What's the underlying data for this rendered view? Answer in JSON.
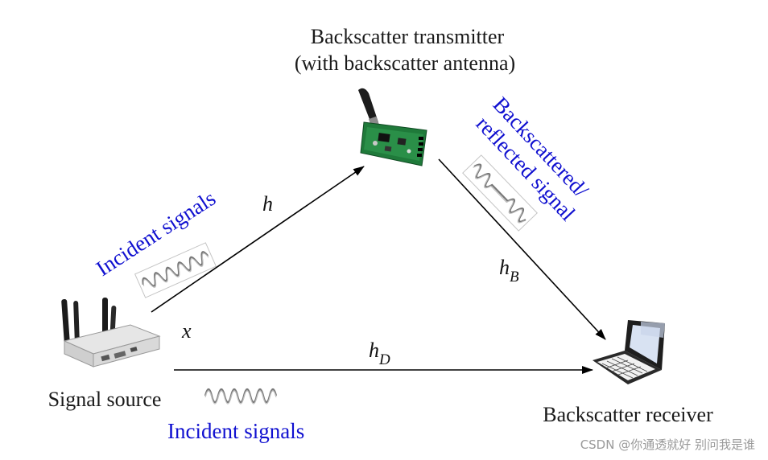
{
  "transmitter": {
    "line1": "Backscatter transmitter",
    "line2": "(with backscatter antenna)"
  },
  "source": {
    "label": "Signal source"
  },
  "receiver": {
    "label": "Backscatter receiver"
  },
  "links": {
    "h": "h",
    "x": "x",
    "hB_main": "h",
    "hB_sub": "B",
    "hD_main": "h",
    "hD_sub": "D"
  },
  "incident_upper": "Incident signals",
  "incident_lower": "Incident signals",
  "reflected": {
    "line1": "Backscattered/",
    "line2": "reflected signal"
  },
  "watermark": "CSDN @你通透就好 别问我是谁",
  "colors": {
    "accent_text": "#1010d0",
    "arrow": "#000000",
    "wave": "#777777"
  },
  "icons": [
    "router-icon",
    "backscatter-tag-icon",
    "laptop-icon"
  ]
}
